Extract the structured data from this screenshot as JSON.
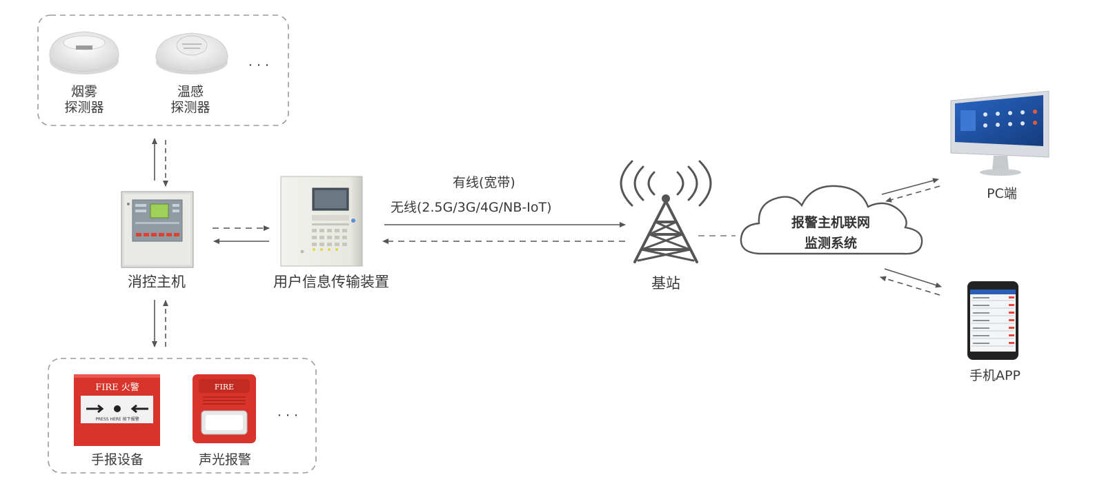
{
  "colors": {
    "line": "#555555",
    "dash_box": "#999999",
    "fire_red": "#d9342b",
    "screen_blue": "#1d4f9c",
    "panel_grey": "#e3e5e3",
    "text": "#3a3a3a"
  },
  "detectors_group": {
    "smoke": {
      "line1": "烟雾",
      "line2": "探测器"
    },
    "heat": {
      "line1": "温感",
      "line2": "探测器"
    },
    "more": "· · ·"
  },
  "alarm_group": {
    "manual_call_point": {
      "label": "手报设备",
      "fire_text": "FIRE 火警",
      "press_text": "PRESS HERE 按下报警"
    },
    "sounder_strobe": {
      "label": "声光报警",
      "fire_text": "FIRE"
    },
    "more": "· · ·"
  },
  "control_host": {
    "label": "消控主机"
  },
  "transmission_device": {
    "label": "用户信息传输装置"
  },
  "link": {
    "wired": "有线(宽带)",
    "wireless": "无线(2.5G/3G/4G/NB-IoT)"
  },
  "base_station": {
    "label": "基站"
  },
  "cloud": {
    "line1": "报警主机联网",
    "line2": "监测系统"
  },
  "pc": {
    "label": "PC端"
  },
  "mobile_app": {
    "label": "手机APP"
  }
}
